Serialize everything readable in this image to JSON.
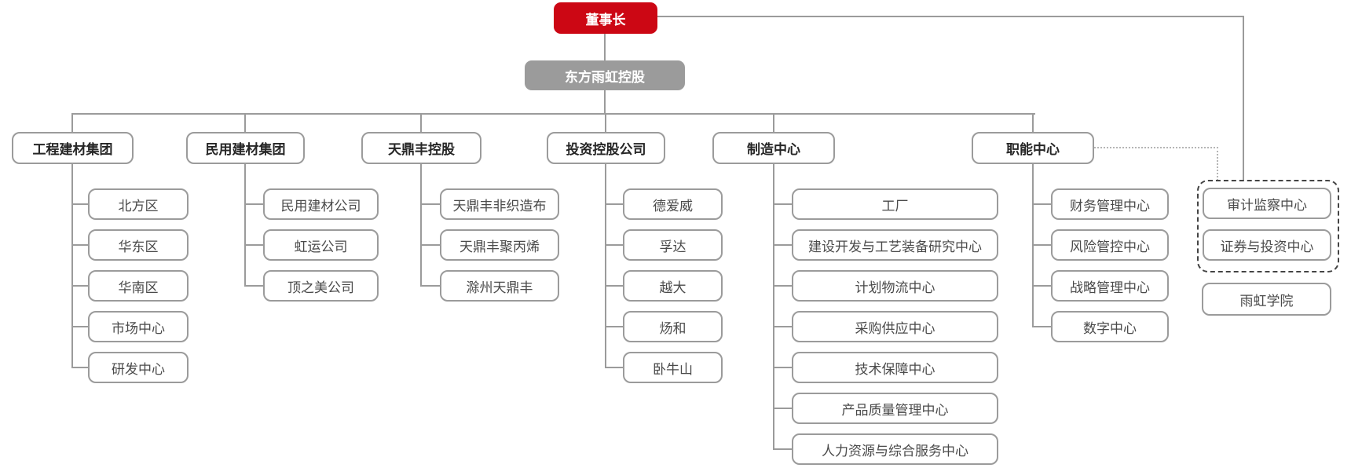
{
  "root": {
    "label": "董事长"
  },
  "holding": {
    "label": "东方雨虹控股"
  },
  "branches": [
    {
      "label": "工程建材集团",
      "children": [
        "北方区",
        "华东区",
        "华南区",
        "市场中心",
        "研发中心"
      ]
    },
    {
      "label": "民用建材集团",
      "children": [
        "民用建材公司",
        "虹运公司",
        "顶之美公司"
      ]
    },
    {
      "label": "天鼎丰控股",
      "children": [
        "天鼎丰非织造布",
        "天鼎丰聚丙烯",
        "滁州天鼎丰"
      ]
    },
    {
      "label": "投资控股公司",
      "children": [
        "德爱威",
        "孚达",
        "越大",
        "炀和",
        "卧牛山"
      ]
    },
    {
      "label": "制造中心",
      "children": [
        "工厂",
        "建设开发与工艺装备研究中心",
        "计划物流中心",
        "采购供应中心",
        "技术保障中心",
        "产品质量管理中心",
        "人力资源与综合服务中心"
      ]
    },
    {
      "label": "职能中心",
      "children": [
        "财务管理中心",
        "风险管控中心",
        "战略管理中心",
        "数字中心"
      ]
    }
  ],
  "direct": {
    "items": [
      "审计监察中心",
      "证券与投资中心"
    ],
    "academy": "雨虹学院"
  },
  "colors": {
    "chairman_red": "#CC0714",
    "holding_gray": "#9B9B9B",
    "box_border": "#9B9B9B",
    "connector_gray": "#9B9B9B",
    "node_text": "#4A4A4A",
    "header_text": "#262626",
    "dashed_border": "#444444",
    "background": "#FFFFFF"
  }
}
